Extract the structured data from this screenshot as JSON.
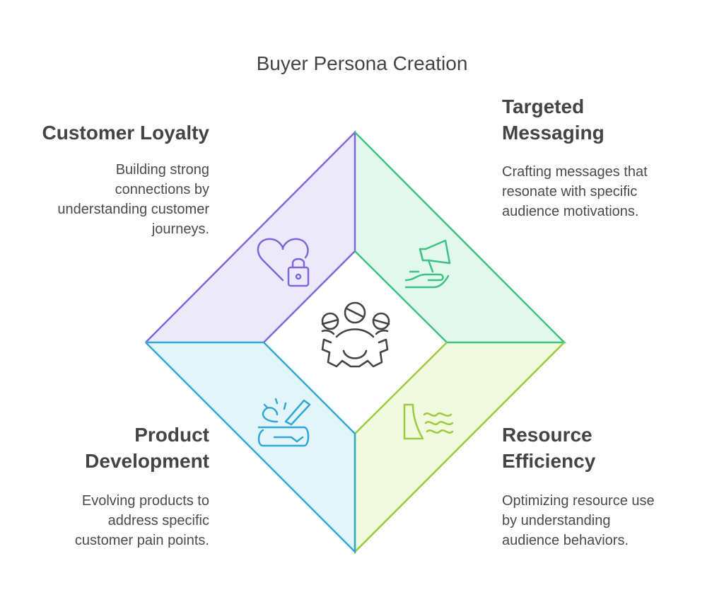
{
  "title": "Buyer Persona Creation",
  "colors": {
    "loyalty": "#7f66d9",
    "loyalty_fill": "#ece9fa",
    "messaging": "#3cc383",
    "messaging_fill": "#e2f8ec",
    "efficiency": "#9ccc3c",
    "efficiency_fill": "#f1f9de",
    "development": "#2fa8d4",
    "development_fill": "#e3f4fb",
    "center_icon": "#444444"
  },
  "center": {
    "icon": "team-gear-icon"
  },
  "quadrants": [
    {
      "key": "loyalty",
      "heading": "Customer Loyalty",
      "description": "Building strong connections by understanding customer journeys.",
      "desc_lines": [
        "Building strong",
        "connections by",
        "understanding customer",
        "journeys."
      ],
      "icon": "heart-lock-icon"
    },
    {
      "key": "messaging",
      "heading_lines": [
        "Targeted",
        "Messaging"
      ],
      "description": "Crafting messages that resonate with specific audience motivations.",
      "desc_lines": [
        "Crafting messages that",
        "resonate with specific",
        "audience motivations."
      ],
      "icon": "megaphone-hand-icon"
    },
    {
      "key": "development",
      "heading_lines": [
        "Product",
        "Development"
      ],
      "description": "Evolving products to address specific customer pain points.",
      "desc_lines": [
        "Evolving products to",
        "address specific",
        "customer pain points."
      ],
      "icon": "hand-tool-icon"
    },
    {
      "key": "efficiency",
      "heading_lines": [
        "Resource",
        "Efficiency"
      ],
      "description": "Optimizing resource use by understanding audience behaviors.",
      "desc_lines": [
        "Optimizing resource use",
        "by understanding",
        "audience behaviors."
      ],
      "icon": "dam-water-icon"
    }
  ]
}
